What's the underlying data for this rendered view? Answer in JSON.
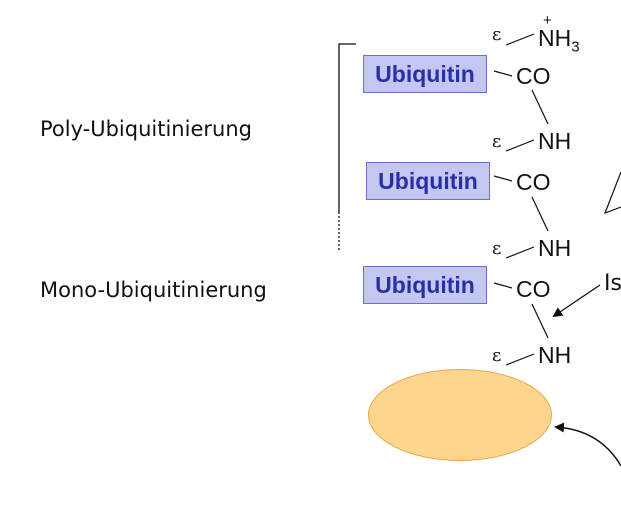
{
  "labels": {
    "poly": "Poly-Ubiquitinierung",
    "mono": "Mono-Ubiquitinierung",
    "partial_right": "Is"
  },
  "ubiquitin_label": "Ubiquitin",
  "chem": {
    "nh3": "NH",
    "nh3_sub": "3",
    "nh3_charge": "+",
    "co": "CO",
    "nh": "NH",
    "epsilon": "ε"
  },
  "colors": {
    "ubiquitin_fill": "#c4c7f1",
    "ubiquitin_text": "#2b2fa6",
    "protein_fill": "#fdd58c"
  }
}
